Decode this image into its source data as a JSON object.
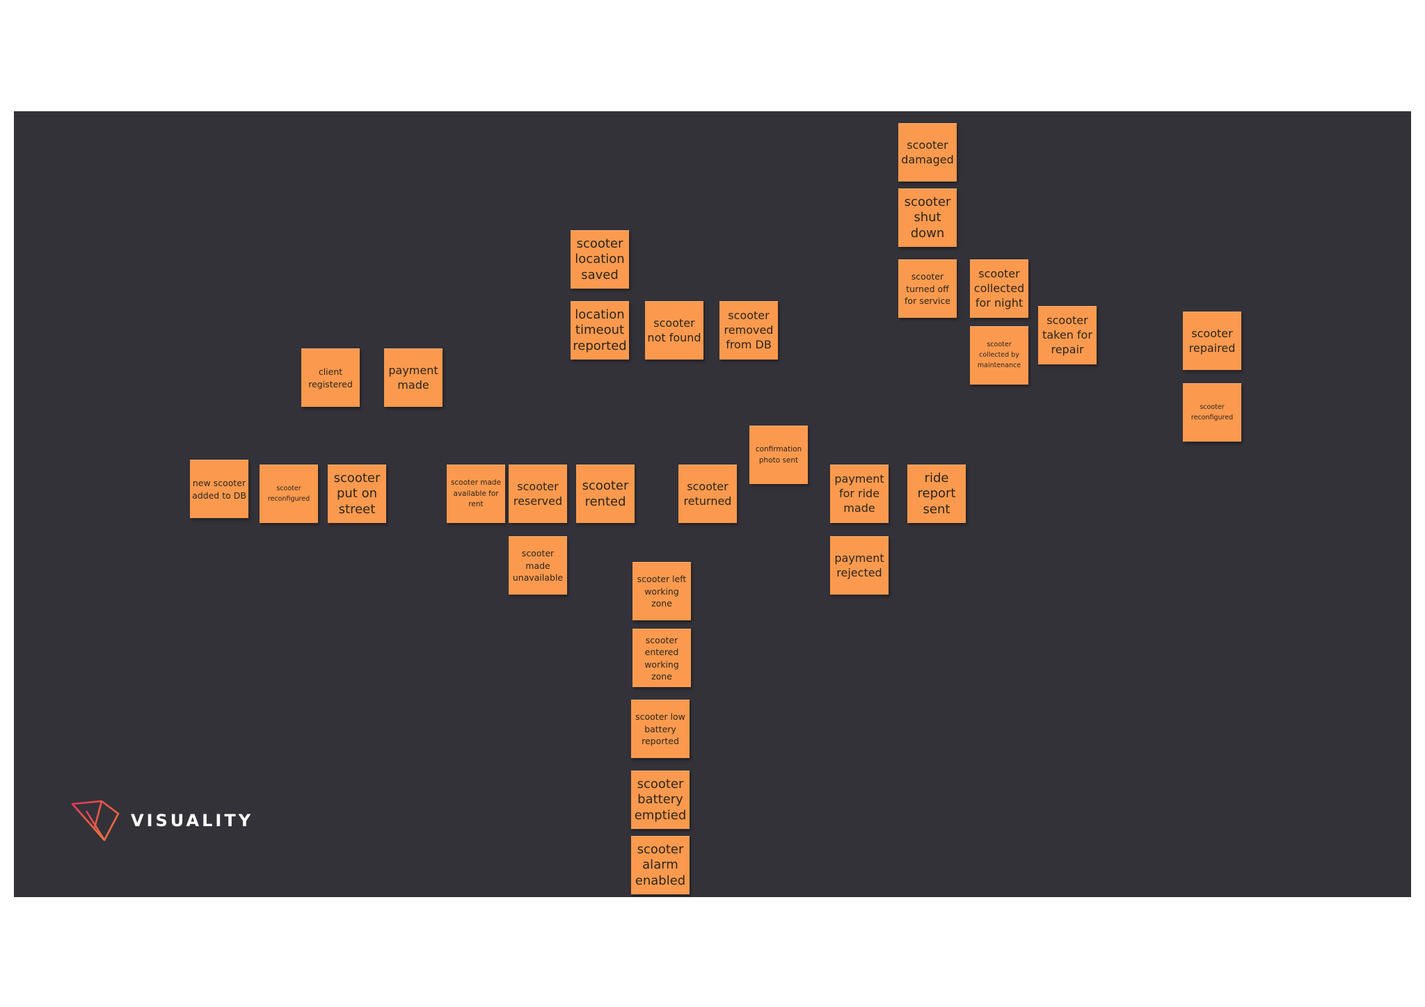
{
  "brand": {
    "logo_text": "VISUALITY",
    "logo_icon": "visuality-polygon-logo-icon",
    "colors": {
      "board_background": "#343239",
      "sticky_note": "#fb9a4e",
      "logo_gradient_start": "#e53a57",
      "logo_gradient_end": "#f47a3a",
      "logo_text": "#ffffff"
    }
  },
  "notes": [
    {
      "id": "scooter-damaged",
      "text": "scooter damaged"
    },
    {
      "id": "scooter-shut-down",
      "text": "scooter shut down"
    },
    {
      "id": "scooter-turned-off-for-service",
      "text": "scooter turned off for service"
    },
    {
      "id": "scooter-collected-for-night",
      "text": "scooter collected for night"
    },
    {
      "id": "scooter-collected-by-maintenance",
      "text": "scooter collected by maintenance"
    },
    {
      "id": "scooter-taken-for-repair",
      "text": "scooter taken for repair"
    },
    {
      "id": "scooter-repaired",
      "text": "scooter repaired"
    },
    {
      "id": "scooter-reconfigured-after-repair",
      "text": "scooter reconfigured"
    },
    {
      "id": "scooter-location-saved",
      "text": "scooter location saved"
    },
    {
      "id": "location-timeout-reported",
      "text": "location timeout reported"
    },
    {
      "id": "scooter-not-found",
      "text": "scooter not found"
    },
    {
      "id": "scooter-removed-from-db",
      "text": "scooter removed from DB"
    },
    {
      "id": "client-registered",
      "text": "client registered"
    },
    {
      "id": "payment-made",
      "text": "payment made"
    },
    {
      "id": "confirmation-photo-sent",
      "text": "confirmation photo sent"
    },
    {
      "id": "new-scooter-added-to-db",
      "text": "new scooter added to DB"
    },
    {
      "id": "scooter-reconfigured",
      "text": "scooter reconfigured"
    },
    {
      "id": "scooter-put-on-street",
      "text": "scooter put on street"
    },
    {
      "id": "scooter-made-available-for-rent",
      "text": "scooter made available for rent"
    },
    {
      "id": "scooter-reserved",
      "text": "scooter reserved"
    },
    {
      "id": "scooter-rented",
      "text": "scooter rented"
    },
    {
      "id": "scooter-returned",
      "text": "scooter returned"
    },
    {
      "id": "payment-for-ride-made",
      "text": "payment for ride made"
    },
    {
      "id": "ride-report-sent",
      "text": "ride report sent"
    },
    {
      "id": "scooter-made-unavailable",
      "text": "scooter made unavailable"
    },
    {
      "id": "payment-rejected",
      "text": "payment rejected"
    },
    {
      "id": "scooter-left-working-zone",
      "text": "scooter left working zone"
    },
    {
      "id": "scooter-entered-working-zone",
      "text": "scooter entered working zone"
    },
    {
      "id": "scooter-low-battery-reported",
      "text": "scooter low battery reported"
    },
    {
      "id": "scooter-battery-emptied",
      "text": "scooter battery emptied"
    },
    {
      "id": "scooter-alarm-enabled",
      "text": "scooter alarm enabled"
    }
  ]
}
